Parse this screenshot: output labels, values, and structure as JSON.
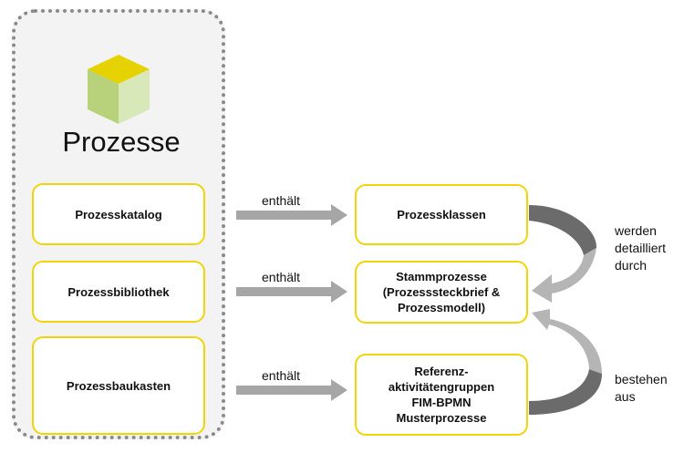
{
  "title": "Prozesse",
  "left_boxes": [
    "Prozesskatalog",
    "Prozessbibliothek",
    "Prozessbaukasten"
  ],
  "right_boxes": [
    "Prozessklassen",
    "Stammprozesse\n(Prozesssteckbrief &\nProzessmodell)",
    "Referenz-\naktivitätengruppen\nFIM-BPMN\nMusterprozesse"
  ],
  "arrow_labels": [
    "enthält",
    "enthält",
    "enthält"
  ],
  "curve_labels": {
    "top": "werden\ndetailliert\ndurch",
    "bottom": "bestehen\naus"
  },
  "colors": {
    "box_border": "#f2d40a",
    "arrow": "#a6a6a6",
    "arrow_dark": "#6b6b6b",
    "panel_bg": "#f3f3f3"
  },
  "icon": "cube-icon"
}
